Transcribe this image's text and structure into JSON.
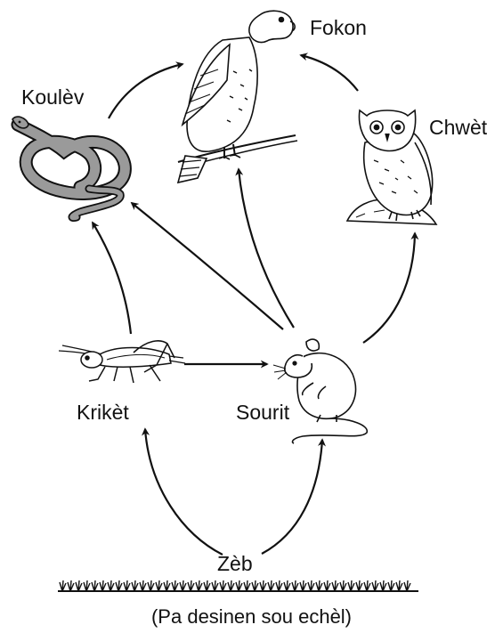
{
  "organisms": {
    "snake": "Koulèv",
    "hawk": "Fokon",
    "owl": "Chwèt",
    "cricket": "Krikèt",
    "mouse": "Sourit",
    "grass": "Zèb"
  },
  "caption": "(Pa desinen sou echèl)",
  "links": [
    {
      "from": "grass",
      "to": "cricket"
    },
    {
      "from": "grass",
      "to": "mouse"
    },
    {
      "from": "cricket",
      "to": "mouse"
    },
    {
      "from": "cricket",
      "to": "snake"
    },
    {
      "from": "mouse",
      "to": "snake"
    },
    {
      "from": "mouse",
      "to": "hawk"
    },
    {
      "from": "mouse",
      "to": "owl"
    },
    {
      "from": "snake",
      "to": "hawk"
    },
    {
      "from": "owl",
      "to": "hawk"
    }
  ]
}
